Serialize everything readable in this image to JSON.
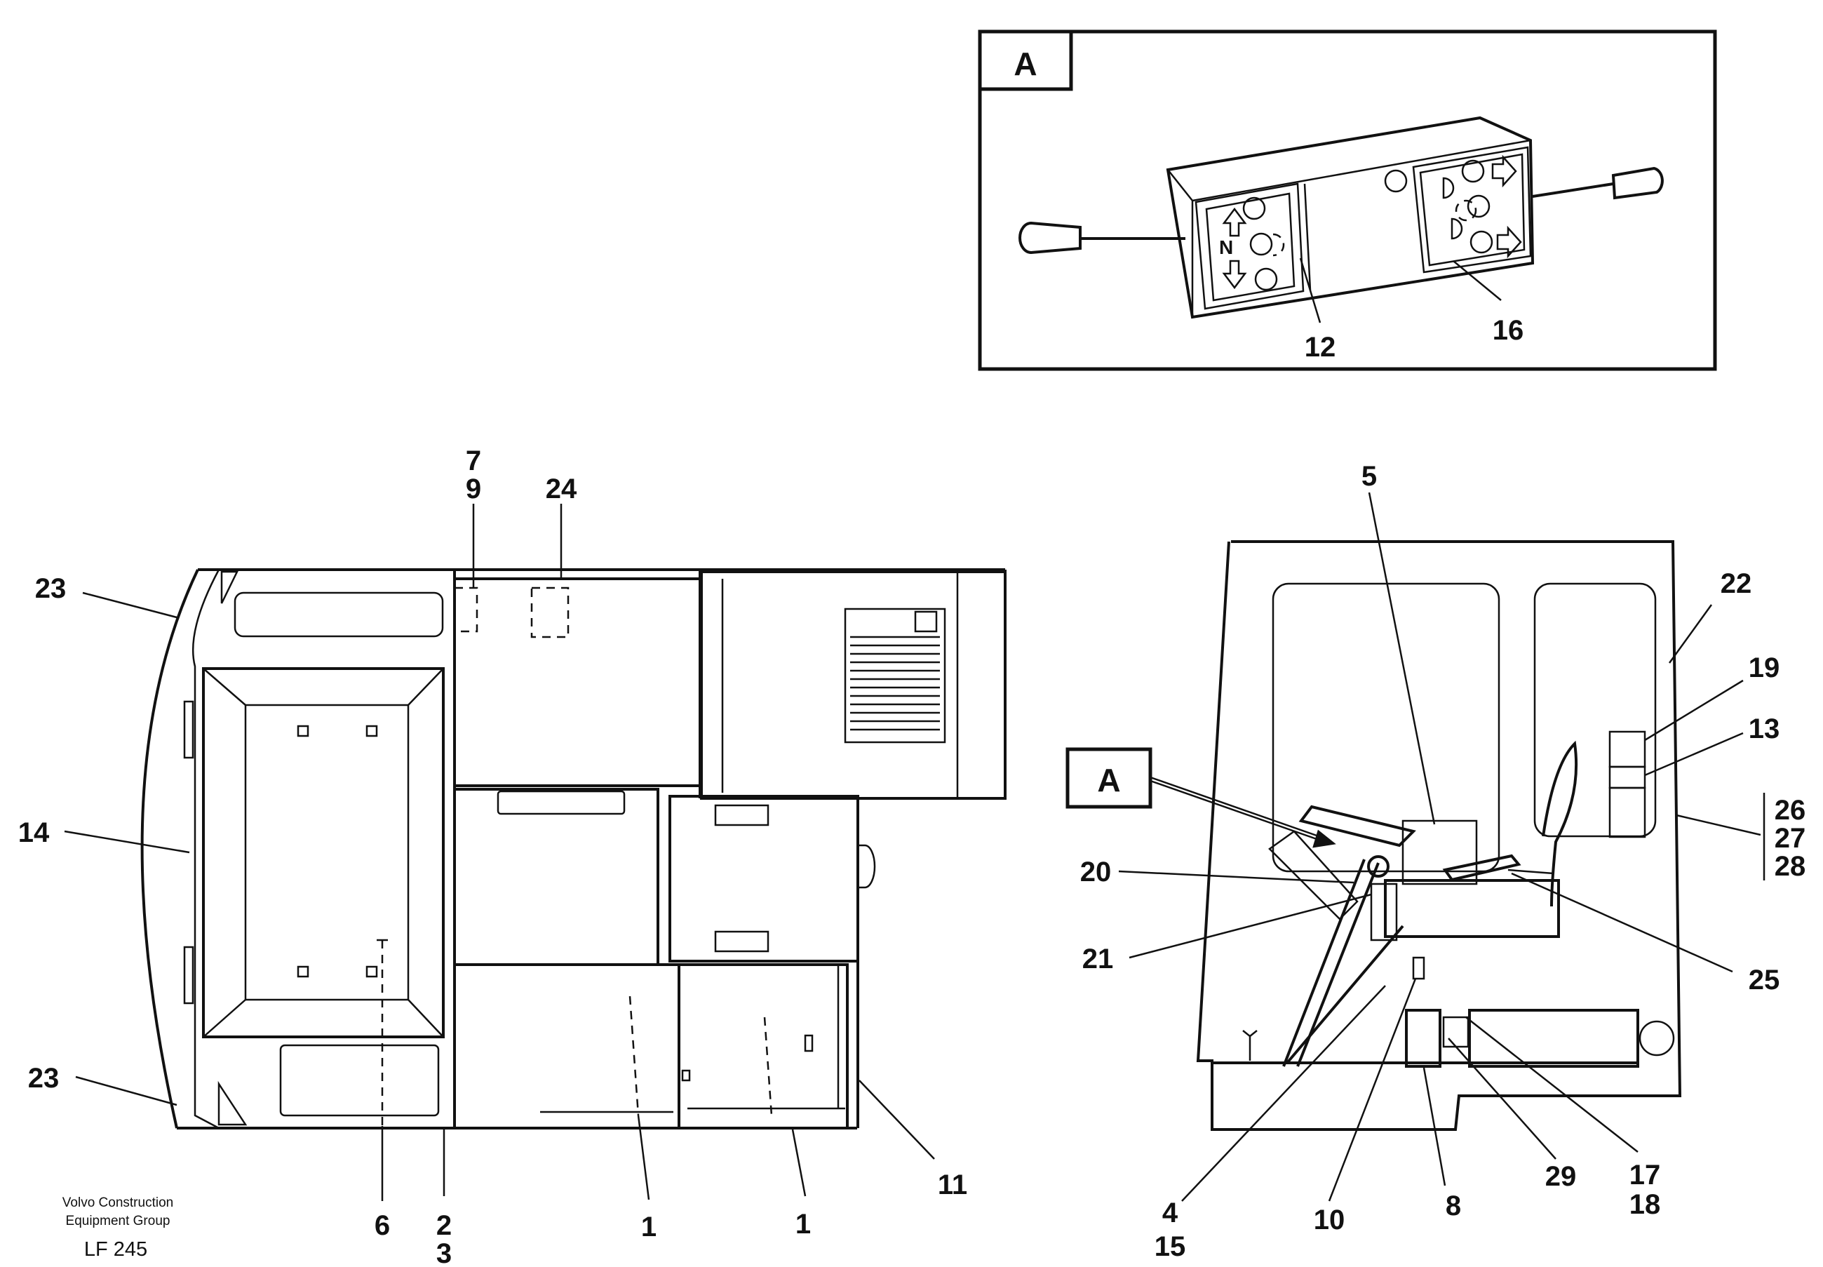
{
  "detail_view": {
    "badge": "A",
    "callouts": [
      "12",
      "16"
    ]
  },
  "plan_view": {
    "callouts": {
      "c23_top": "23",
      "c23_bottom": "23",
      "c14": "14",
      "c7": "7",
      "c9": "9",
      "c24": "24",
      "c6": "6",
      "c2": "2",
      "c3": "3",
      "c1a": "1",
      "c1b": "1",
      "c11": "11"
    }
  },
  "side_view": {
    "badge": "A",
    "callouts": {
      "c5": "5",
      "c22": "22",
      "c19": "19",
      "c13": "13",
      "c26": "26",
      "c27": "27",
      "c28": "28",
      "c20": "20",
      "c21": "21",
      "c25": "25",
      "c4": "4",
      "c15": "15",
      "c10": "10",
      "c8": "8",
      "c29": "29",
      "c17": "17",
      "c18": "18"
    }
  },
  "credit": {
    "line1": "Volvo Construction",
    "line2": "Equipment Group",
    "code": "LF 245"
  }
}
